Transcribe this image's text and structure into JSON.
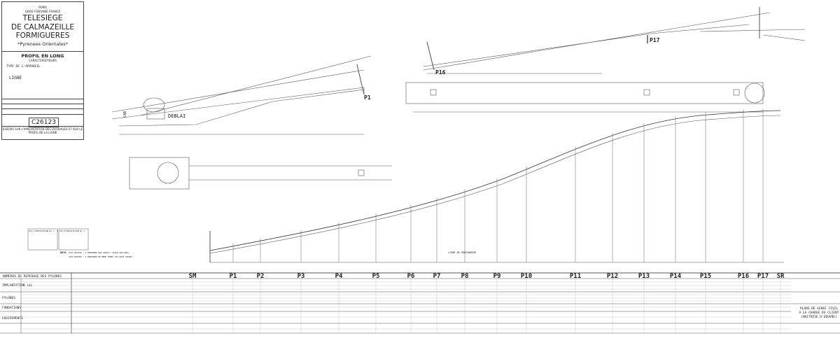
{
  "title_block": {
    "company": "POMA",
    "company_sub": "GROS FONTAINE FRANCE",
    "title_lines": [
      "TELESIEGE",
      "DE CALMAZEILLE",
      "FORMIGUERES"
    ],
    "region": "*Pyrenees Orientales*",
    "section_title": "PROFIL EN LONG",
    "section_sub": "CARACTERISTIQUES",
    "type_label": "TYPE DE L'APPAREIL",
    "line_label": "LIGNE",
    "drawing_number": "C26123",
    "cases_title": "ESSORS SUR L'IMPLANTATION DES OUVRAGES ET SUR LE PROFIL DE LA LIGNE"
  },
  "drawing_labels": {
    "deblai": "DEBLAI",
    "p1": "P1",
    "p16": "P16",
    "p17": "P17",
    "ground_line": "LIGNE DE PROFONDEUR",
    "case1": "CAS D'EXPLOITATION No 1 - 2",
    "case2": "CAS D'EXPLOITATION No 1",
    "nota": "NOTA",
    "nota_line1": "CUIS RETOUR : 1 PERSONNE PAR SIEGE 1 SIEGE SUR DEUX",
    "nota_line2": "CUIS MONTEE : 1 PERSONNE EN MEME TEMPS LES DEUX SIEGES"
  },
  "table": {
    "header": "NUMEROS DE REPERAGE DES PYLONES",
    "sections": [
      "IMPLANTATION (m)",
      "PYLONES",
      "FONDATIONS",
      "EQUIPEMENTS"
    ],
    "pylons": [
      "SM",
      "P1",
      "P2",
      "P3",
      "P4",
      "P5",
      "P6",
      "P7",
      "P8",
      "P9",
      "P10",
      "P11",
      "P12",
      "P13",
      "P14",
      "P15",
      "P16",
      "P17",
      "SR"
    ],
    "civil_note": [
      "PLANS DE GENIE CIVIL",
      "A LA CHARGE DU CLIENT",
      "(MAITRISE D'OEUVRE)"
    ]
  }
}
